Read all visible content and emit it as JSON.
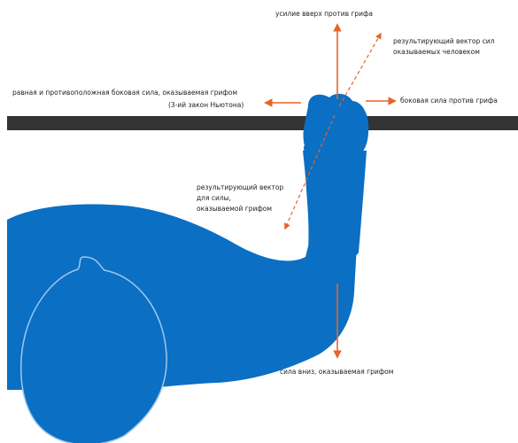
{
  "colors": {
    "body": "#0b6fc4",
    "bar": "#333333",
    "arrow": "#e8632a",
    "outline": "#9ec8ee",
    "text": "#222222"
  },
  "labels": {
    "up_force": "усилие вверх против грифа",
    "resultant_person_1": "результирующий вектор сил",
    "resultant_person_2": "оказываемых человеком",
    "reaction_side_1": "равная и противоположная боковая сила, оказываемая грифом",
    "reaction_side_2": "(3-ий закон Ньютона)",
    "side_force": "боковая сила против грифа",
    "resultant_bar_1": "результирующий вектор",
    "resultant_bar_2": "для силы,",
    "resultant_bar_3": "оказываемой грифом",
    "down_force": "сила вниз, оказываемая грифом"
  }
}
